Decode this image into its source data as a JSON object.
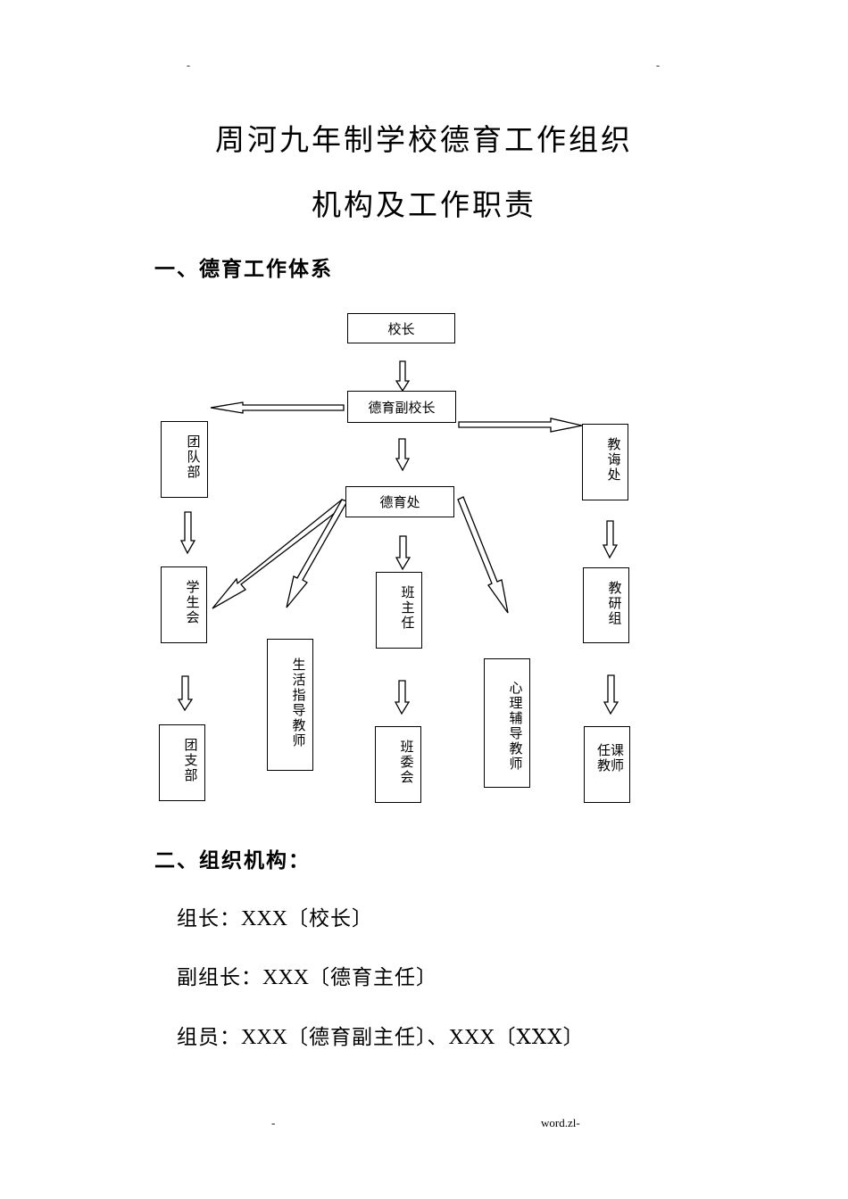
{
  "header": {
    "left_mark": "-",
    "right_mark": "-"
  },
  "title": {
    "line1": "周河九年制学校德育工作组织",
    "line2": "机构及工作职责"
  },
  "section1": {
    "heading": "一、德育工作体系"
  },
  "org_chart": {
    "principal": "校长",
    "vice_principal": "德育副校长",
    "moral_office": "德育处",
    "youth_league_dept": "团队部",
    "teaching_office": "教诲处",
    "student_union": "学生会",
    "league_branch": "团支部",
    "life_guidance_teacher": "生活指导教师",
    "head_teacher": "班主任",
    "class_committee": "班委会",
    "psych_counseling_teacher": "心理辅导教师",
    "teaching_research_group": "教研组",
    "subject_teacher": "任课教师"
  },
  "section2": {
    "heading": "二、组织机构：",
    "members": [
      {
        "role": "组长：",
        "name": "XXX",
        "title": "〔校长〕"
      },
      {
        "role": "副组长：",
        "name": "XXX",
        "title": "〔德育主任〕"
      },
      {
        "role": "组员：",
        "name": "XXX",
        "title": "〔德育副主任〕",
        "sep": "、",
        "name2": "XXX",
        "title2": "〔XXX〕"
      }
    ]
  },
  "footer": {
    "left_mark": "-",
    "right_text": "word.zl-"
  }
}
